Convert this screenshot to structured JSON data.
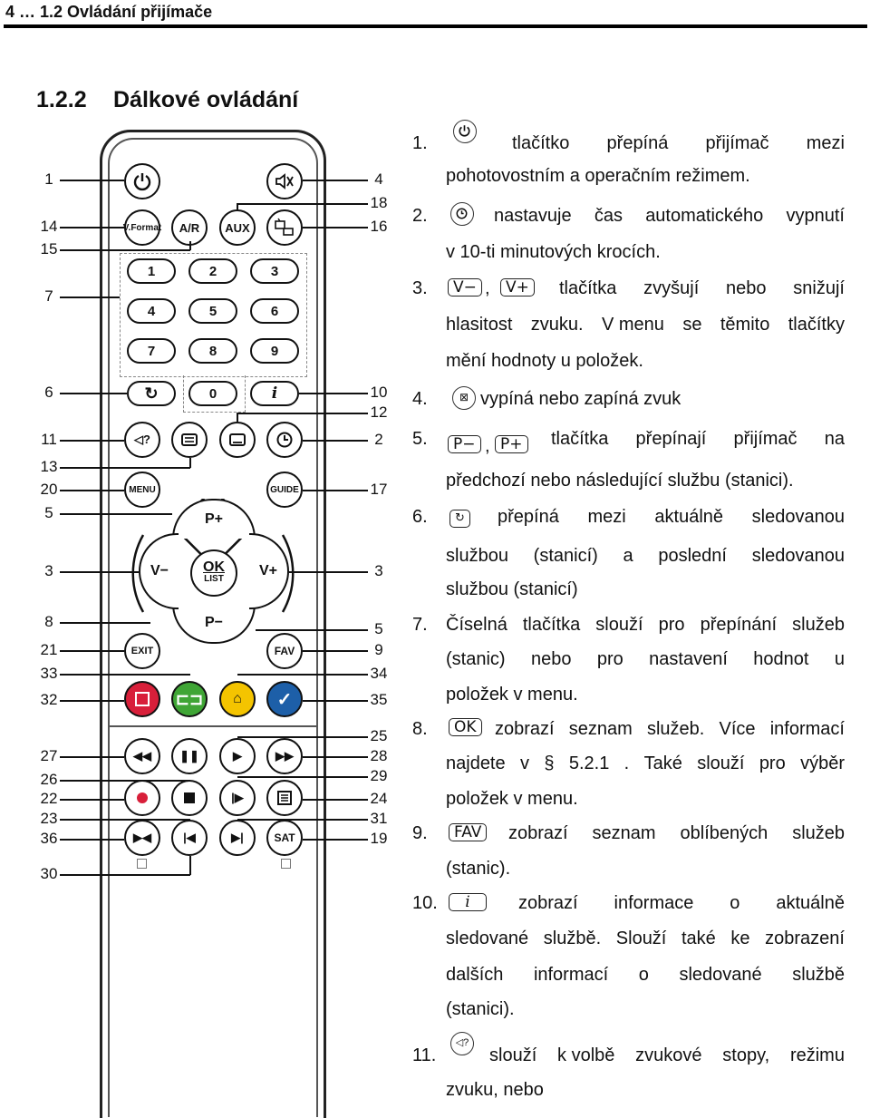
{
  "header": {
    "text": "4 … 1.2 Ovládání přijímače"
  },
  "section": {
    "number": "1.2.2",
    "title": "Dálkové ovládání"
  },
  "remote": {
    "labels_left": [
      "1",
      "14",
      "15",
      "7",
      "6",
      "11",
      "13",
      "20",
      "5",
      "3",
      "8",
      "21",
      "33",
      "32",
      "27",
      "26",
      "22",
      "23",
      "36",
      "30"
    ],
    "labels_right": [
      "4",
      "18",
      "16",
      "10",
      "12",
      "2",
      "17",
      "3",
      "5",
      "9",
      "34",
      "35",
      "25",
      "28",
      "29",
      "24",
      "31",
      "19"
    ],
    "buttons": {
      "vformat": "V.Format",
      "ar": "A/R",
      "aux": "AUX",
      "d1": "1",
      "d2": "2",
      "d3": "3",
      "d4": "4",
      "d5": "5",
      "d6": "6",
      "d7": "7",
      "d8": "8",
      "d9": "9",
      "d0": "0",
      "menu": "MENU",
      "guide": "GUIDE",
      "pplus": "P+",
      "pminus": "P−",
      "vminus": "V−",
      "vplus": "V+",
      "ok": "OK",
      "list": "LIST",
      "exit": "EXIT",
      "fav": "FAV",
      "sat": "SAT",
      "info": "i",
      "audio": "◁?"
    },
    "colors": {
      "red": "#d81f3a",
      "green": "#3fa535",
      "yellow": "#f4c400",
      "blue": "#1d5fa8"
    }
  },
  "items": {
    "i1": {
      "num": "1.",
      "line1": [
        "tlačítko",
        "přepíná",
        "přijímač",
        "mezi"
      ],
      "line2": "pohotovostním a operačním režimem."
    },
    "i2": {
      "num": "2.",
      "line1": [
        "nastavuje",
        "čas",
        "automatického",
        "vypnutí"
      ],
      "line2": "v 10-ti minutových krocích."
    },
    "i3": {
      "num": "3.",
      "key_a": "V−",
      "sep": ",",
      "key_b": "V+",
      "line1": [
        "tlačítka",
        "zvyšují",
        "nebo",
        "snižují"
      ],
      "line2": [
        "hlasitost",
        "zvuku.",
        "V menu",
        "se",
        "těmito",
        "tlačítky"
      ],
      "line3": "mění hodnoty u položek."
    },
    "i4": {
      "num": "4.",
      "text": "vypíná nebo zapíná zvuk"
    },
    "i5": {
      "num": "5.",
      "key_a": "P−",
      "sep": ",",
      "key_b": "P+",
      "line1": [
        "tlačítka",
        "přepínají",
        "přijímač",
        "na"
      ],
      "line2": "předchozí nebo následující službu (stanici)."
    },
    "i6": {
      "num": "6.",
      "line1": [
        "přepíná",
        "mezi",
        "aktuálně",
        "sledovanou"
      ],
      "line2": [
        "službou",
        "(stanicí)",
        "a",
        "poslední",
        "sledovanou"
      ],
      "line3": "službou (stanicí)"
    },
    "i7": {
      "num": "7.",
      "line1": [
        "Číselná",
        "tlačítka",
        "slouží",
        "pro",
        "přepínání",
        "služeb"
      ],
      "line2": [
        "(stanic)",
        "nebo",
        "pro",
        "nastavení",
        "hodnot",
        "u"
      ],
      "line3": "položek v menu."
    },
    "i8": {
      "num": "8.",
      "key": "OK",
      "line1": [
        "zobrazí",
        "seznam",
        "služeb.",
        "Více",
        "informací"
      ],
      "line2": [
        "najdete",
        "v",
        "§",
        "5.2.1",
        ".",
        "Také",
        "slouží",
        "pro",
        "výběr"
      ],
      "line3": "položek v menu."
    },
    "i9": {
      "num": "9.",
      "key": "FAV",
      "line1": [
        "zobrazí",
        "seznam",
        "oblíbených",
        "služeb"
      ],
      "line2": "(stanic)."
    },
    "i10": {
      "num": "10.",
      "key": "i",
      "line1": [
        "zobrazí",
        "informace",
        "o",
        "aktuálně"
      ],
      "line2": [
        "sledované",
        "službě.",
        "Slouží",
        "také",
        "ke",
        "zobrazení"
      ],
      "line3": [
        "dalších",
        "informací",
        "o",
        "sledované",
        "službě"
      ],
      "line4": "(stanici)."
    },
    "i11": {
      "num": "11.",
      "line1": [
        "slouží",
        "k volbě",
        "zvukové",
        "stopy,",
        "režimu"
      ],
      "line2": "zvuku, nebo"
    }
  }
}
